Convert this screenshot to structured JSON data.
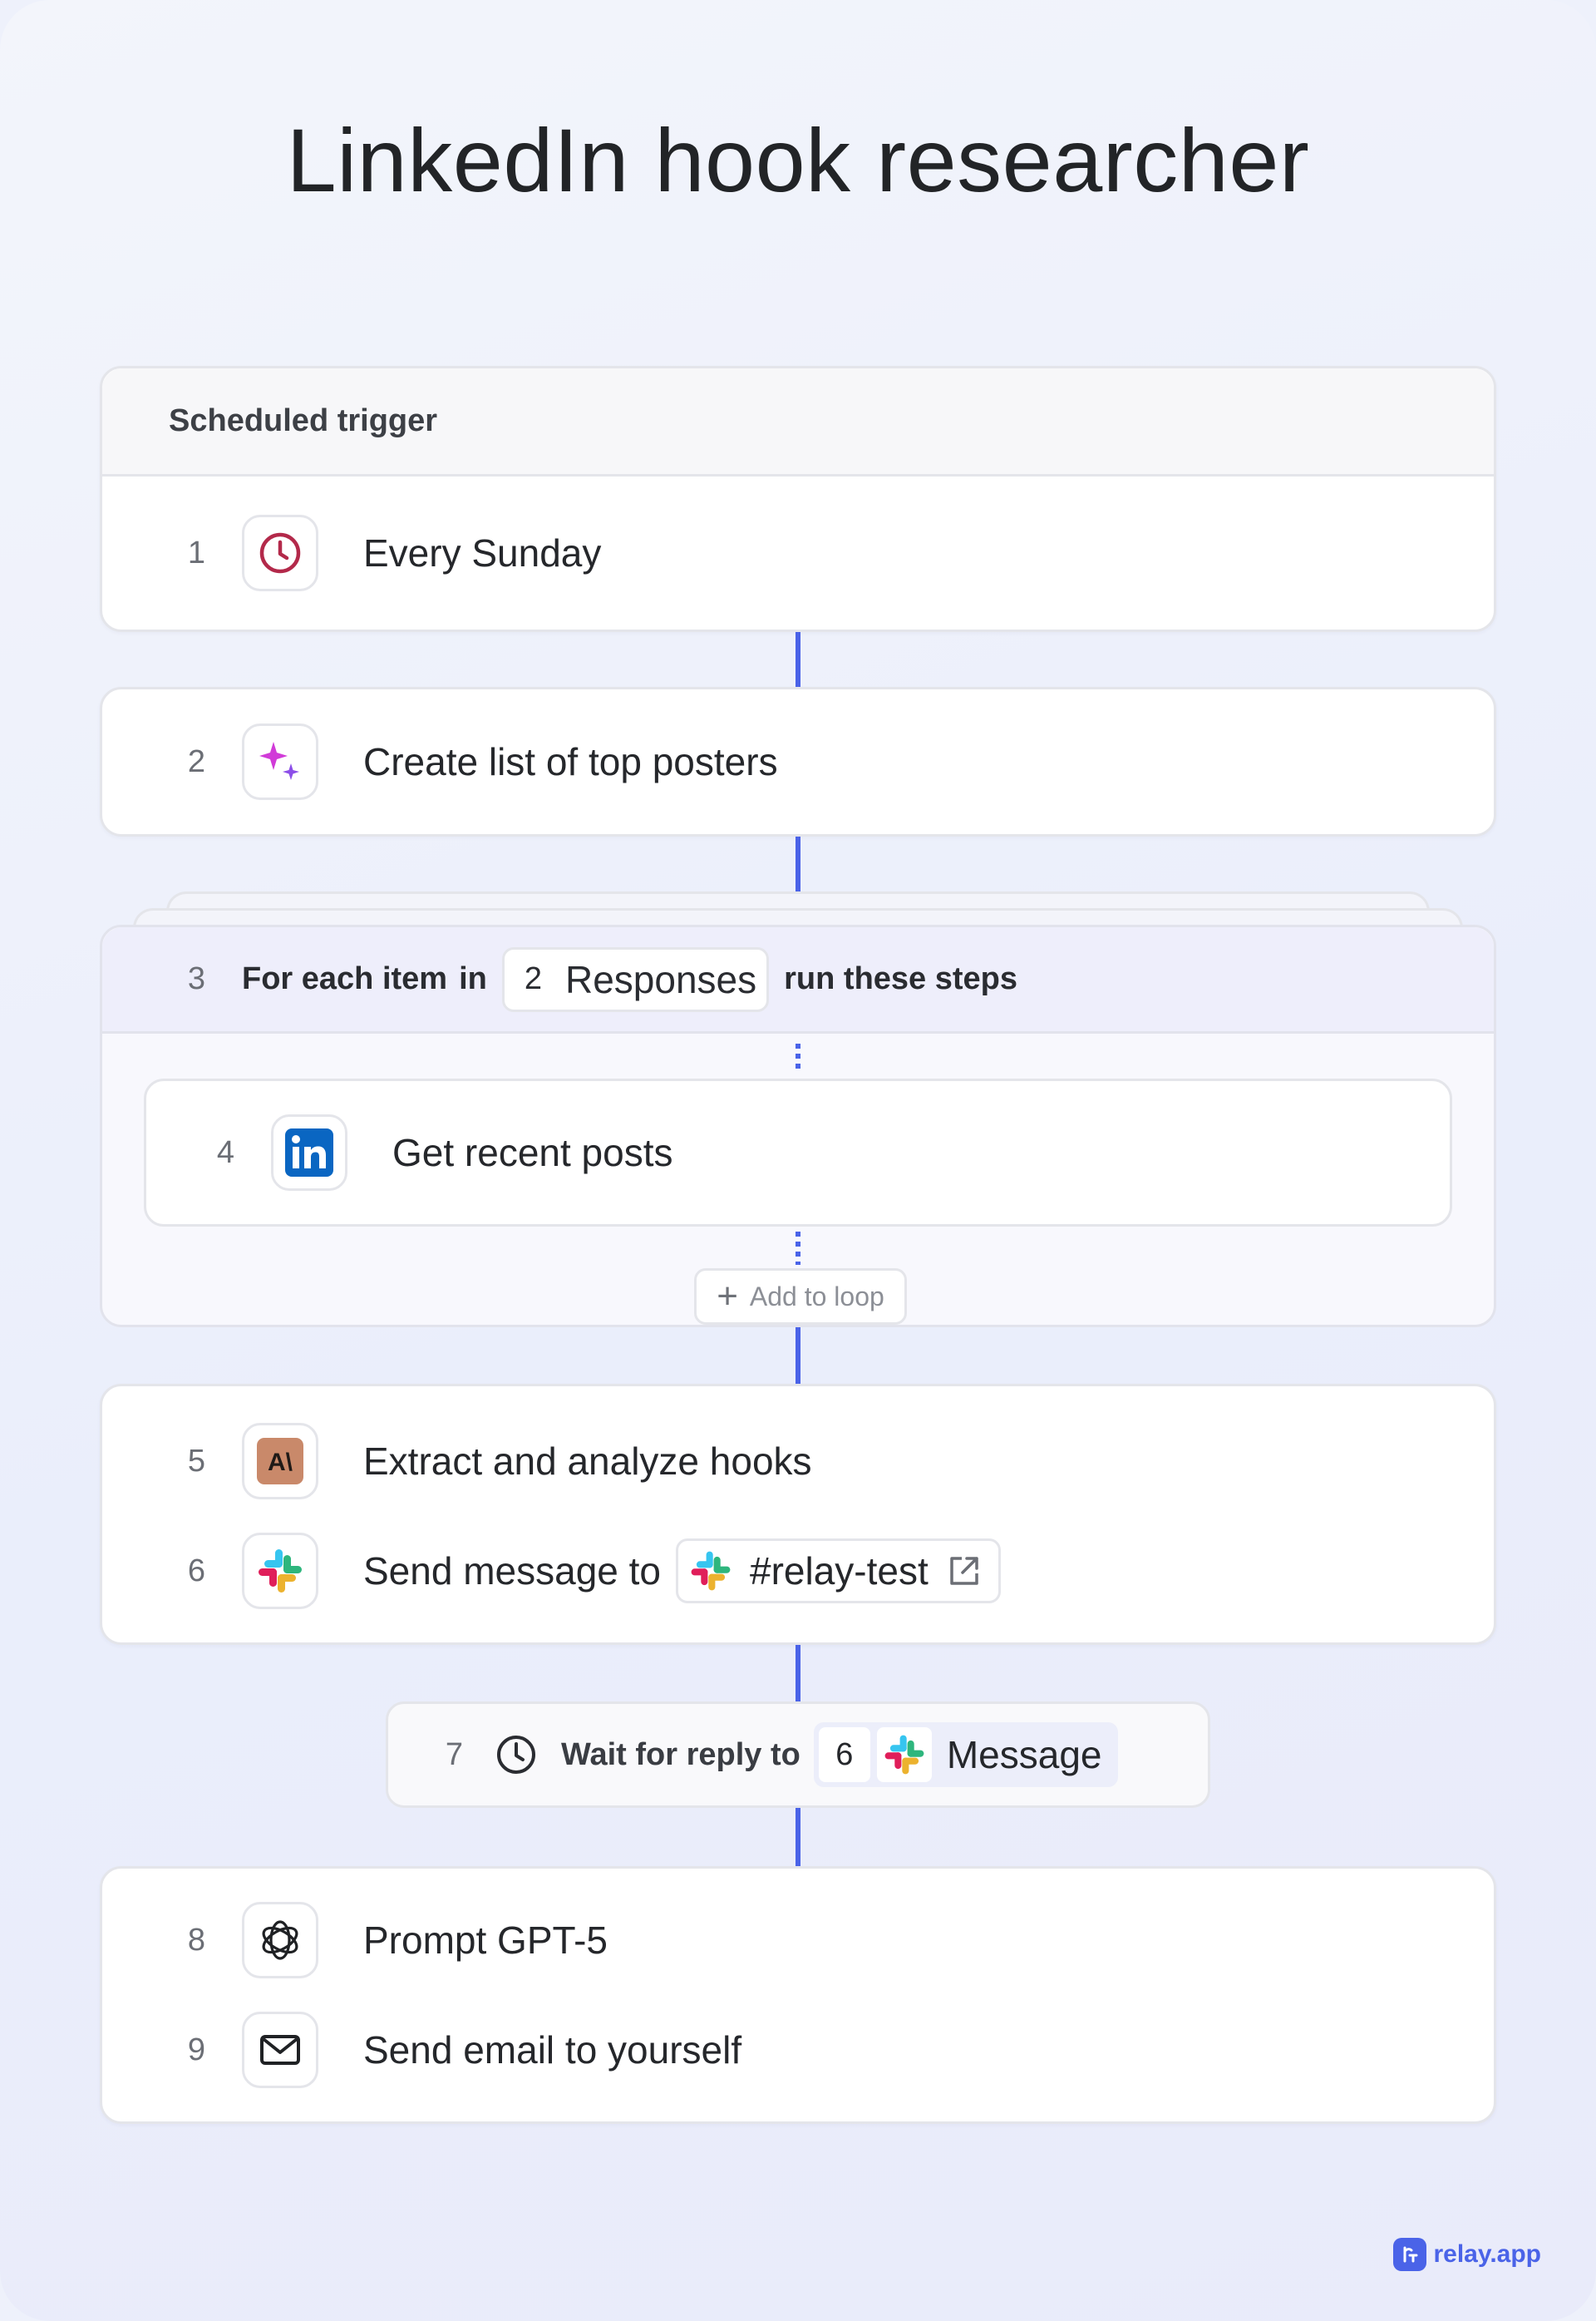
{
  "title": "LinkedIn hook researcher",
  "trigger": {
    "header": "Scheduled trigger",
    "step": {
      "num": "1",
      "label": "Every Sunday",
      "icon": "clock-icon"
    }
  },
  "steps": {
    "s2": {
      "num": "2",
      "label": "Create list of top posters",
      "icon": "sparkle-icon"
    },
    "s3": {
      "num": "3",
      "prefix": "For each item",
      "in": "in",
      "chip_num": "2",
      "chip_label": "Responses",
      "suffix": "run these steps"
    },
    "s4": {
      "num": "4",
      "label": "Get recent posts",
      "icon": "linkedin-icon"
    },
    "add_loop": "Add to loop",
    "s5": {
      "num": "5",
      "label": "Extract and analyze hooks",
      "icon": "anthropic-icon"
    },
    "s6": {
      "num": "6",
      "label": "Send message to",
      "channel": "#relay-test",
      "icon": "slack-icon"
    },
    "s7": {
      "num": "7",
      "label": "Wait for reply to",
      "ref_num": "6",
      "ref_label": "Message"
    },
    "s8": {
      "num": "8",
      "label": "Prompt GPT-5",
      "icon": "openai-icon"
    },
    "s9": {
      "num": "9",
      "label": "Send email to yourself",
      "icon": "mail-icon"
    }
  },
  "brand": "relay.app",
  "colors": {
    "accent": "#4a63e8",
    "clock": "#b3294a",
    "linkedin": "#0a66c2",
    "anthropic": "#c9896a"
  }
}
